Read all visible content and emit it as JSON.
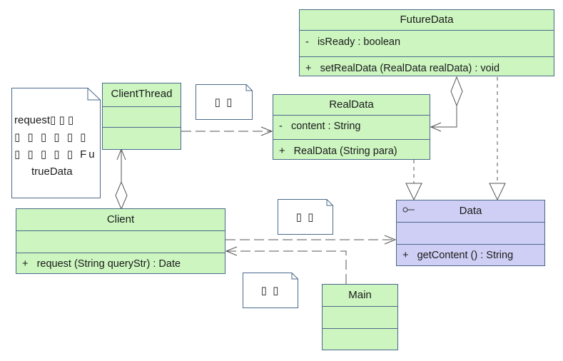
{
  "classes": {
    "future_data": {
      "name": "FutureData",
      "attributes": [
        {
          "vis": "-",
          "text": "isReady   : boolean"
        }
      ],
      "operations": [
        {
          "vis": "+",
          "text": "setRealData (RealData realData)   : void"
        }
      ]
    },
    "client_thread": {
      "name": "ClientThread"
    },
    "real_data": {
      "name": "RealData",
      "attributes": [
        {
          "vis": "-",
          "text": "content   : String"
        }
      ],
      "operations": [
        {
          "vis": "+",
          "text": "RealData (String para)"
        }
      ]
    },
    "client": {
      "name": "Client",
      "operations": [
        {
          "vis": "+",
          "text": "request (String queryStr)   : Date"
        }
      ]
    },
    "data": {
      "name": "Data",
      "operations": [
        {
          "vis": "+",
          "text": "getContent ()   : String"
        }
      ]
    },
    "main": {
      "name": "Main"
    }
  },
  "notes": {
    "big_note": {
      "lines": [
        "request▯  ▯  ▯",
        "▯ ▯ ▯ ▯ ▯ ▯",
        "▯ ▯ ▯ ▯ ▯ Fu",
        "trueData"
      ]
    },
    "note_thread": {
      "text": "▯ ▯"
    },
    "note_data": {
      "text": "▯ ▯"
    },
    "note_main": {
      "text": "▯ ▯"
    }
  },
  "colors": {
    "class_fill": "#ccf5c0",
    "interface_fill": "#cfcff5",
    "border": "#4a6a8a",
    "line": "#555555"
  }
}
